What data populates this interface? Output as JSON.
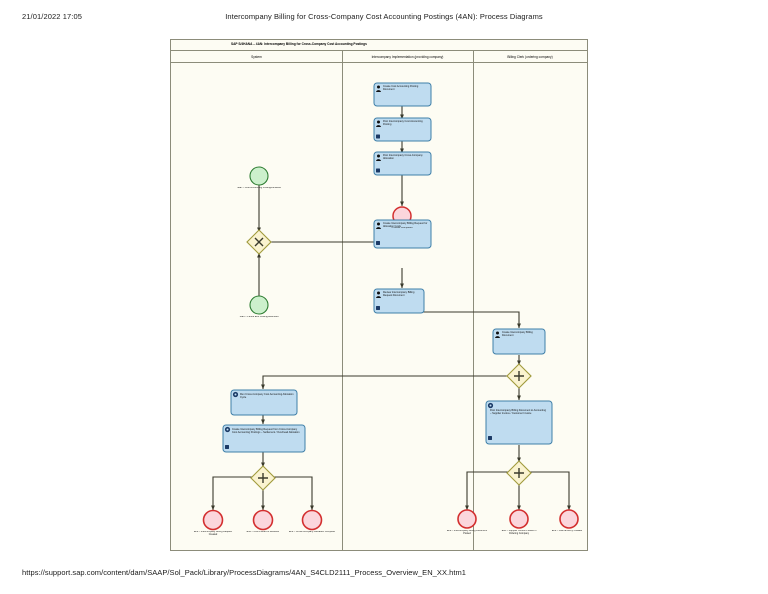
{
  "print": {
    "date": "21/01/2022 17:05",
    "title": "Intercompany Billing for Cross-Company Cost Accounting Postings (4AN): Process Diagrams",
    "url": "https://support.sap.com/content/dam/SAAP/Sol_Pack/Library/ProcessDiagrams/4AN_S4CLD2111_Process_Overview_EN_XX.htm1"
  },
  "diagram": {
    "pool_title": "SAP S/4HANA – 4AN: Intercompany Billing for Cross-Company Cost Accounting Postings",
    "lanes": [
      {
        "id": "system",
        "label": "System"
      },
      {
        "id": "overhead-accountant",
        "label": "Intercompany Implementation (providing company)"
      },
      {
        "id": "billing-clerk",
        "label": "Billing Clerk (ordering company)"
      }
    ],
    "shapes": [
      {
        "id": "start-1",
        "type": "start-event",
        "lane": "system",
        "label": "Start – Cost Accounting Postings Entered"
      },
      {
        "id": "start-2",
        "type": "start-event",
        "lane": "system",
        "label": "Start – Period End Closing Executed"
      },
      {
        "id": "gw-1",
        "type": "gateway-exclusive",
        "lane": "system",
        "marker": "X",
        "label": ""
      },
      {
        "id": "task-1",
        "type": "user-task",
        "lane": "overhead-accountant",
        "label": "Create Cost Accounting Posting Document"
      },
      {
        "id": "task-2",
        "type": "user-task",
        "lane": "overhead-accountant",
        "label": "Post Intercompany Cost Accounting Posting"
      },
      {
        "id": "task-3",
        "type": "user-task",
        "lane": "overhead-accountant",
        "label": "Post Intercompany Cross-Company Allocation"
      },
      {
        "id": "end-1",
        "type": "end-event",
        "lane": "overhead-accountant",
        "label": "Process Completed"
      },
      {
        "id": "task-4",
        "type": "user-task",
        "lane": "overhead-accountant",
        "label": "Create Intercompany Billing Request for Allocation Costs"
      },
      {
        "id": "task-5",
        "type": "user-task",
        "lane": "overhead-accountant",
        "label": "Review Intercompany Billing Request Document"
      },
      {
        "id": "task-6",
        "type": "user-task",
        "lane": "billing-clerk",
        "label": "Create Intercompany Billing Document"
      },
      {
        "id": "gw-2",
        "type": "gateway-parallel",
        "lane": "billing-clerk",
        "marker": "+",
        "label": ""
      },
      {
        "id": "task-7",
        "type": "automated-task",
        "lane": "billing-clerk",
        "label": "Post Intercompany Billing Document to Accounting – Supplier Invoice / Customer Invoice"
      },
      {
        "id": "gw-3",
        "type": "gateway-parallel",
        "lane": "billing-clerk",
        "marker": "+",
        "label": ""
      },
      {
        "id": "end-2",
        "type": "end-event",
        "lane": "billing-clerk",
        "label": "End – Intercompany Billing Document Posted"
      },
      {
        "id": "end-3",
        "type": "end-event",
        "lane": "billing-clerk",
        "label": "End – Supplier Invoice Posted in Ordering Company"
      },
      {
        "id": "end-4",
        "type": "end-event",
        "lane": "billing-clerk",
        "label": "End – Journal Entry Created"
      },
      {
        "id": "task-8",
        "type": "automated-task",
        "lane": "system",
        "label": "Run Cross-Company Cost Accounting Allocation Cycle"
      },
      {
        "id": "task-9",
        "type": "automated-task",
        "lane": "system",
        "label": "Create Intercompany Billing Request from Cross-Company Cost Accounting Postings – Settlement / Overhead Allocation"
      },
      {
        "id": "gw-4",
        "type": "gateway-parallel",
        "lane": "system",
        "marker": "+",
        "label": ""
      },
      {
        "id": "end-5",
        "type": "end-event",
        "lane": "system",
        "label": "End – Intercompany Billing Request Created"
      },
      {
        "id": "end-6",
        "type": "end-event",
        "lane": "system",
        "label": "End – Cost Posted to Receiver"
      },
      {
        "id": "end-7",
        "type": "end-event",
        "lane": "system",
        "label": "End – Cross-Company Allocation Complete"
      }
    ],
    "colors": {
      "lane_bg": "#fdfcf3",
      "lane_border": "#8c8c7a",
      "task_fill": "#bfdcf0",
      "task_stroke": "#3f7fa8",
      "start_fill": "#ccf0cc",
      "start_stroke": "#2e7d32",
      "end_fill": "#fbd6dc",
      "end_stroke": "#d32f2f",
      "gateway_fill": "#faf3cf",
      "gateway_stroke": "#a09a3c",
      "flow_stroke": "#3a3a2c"
    }
  }
}
